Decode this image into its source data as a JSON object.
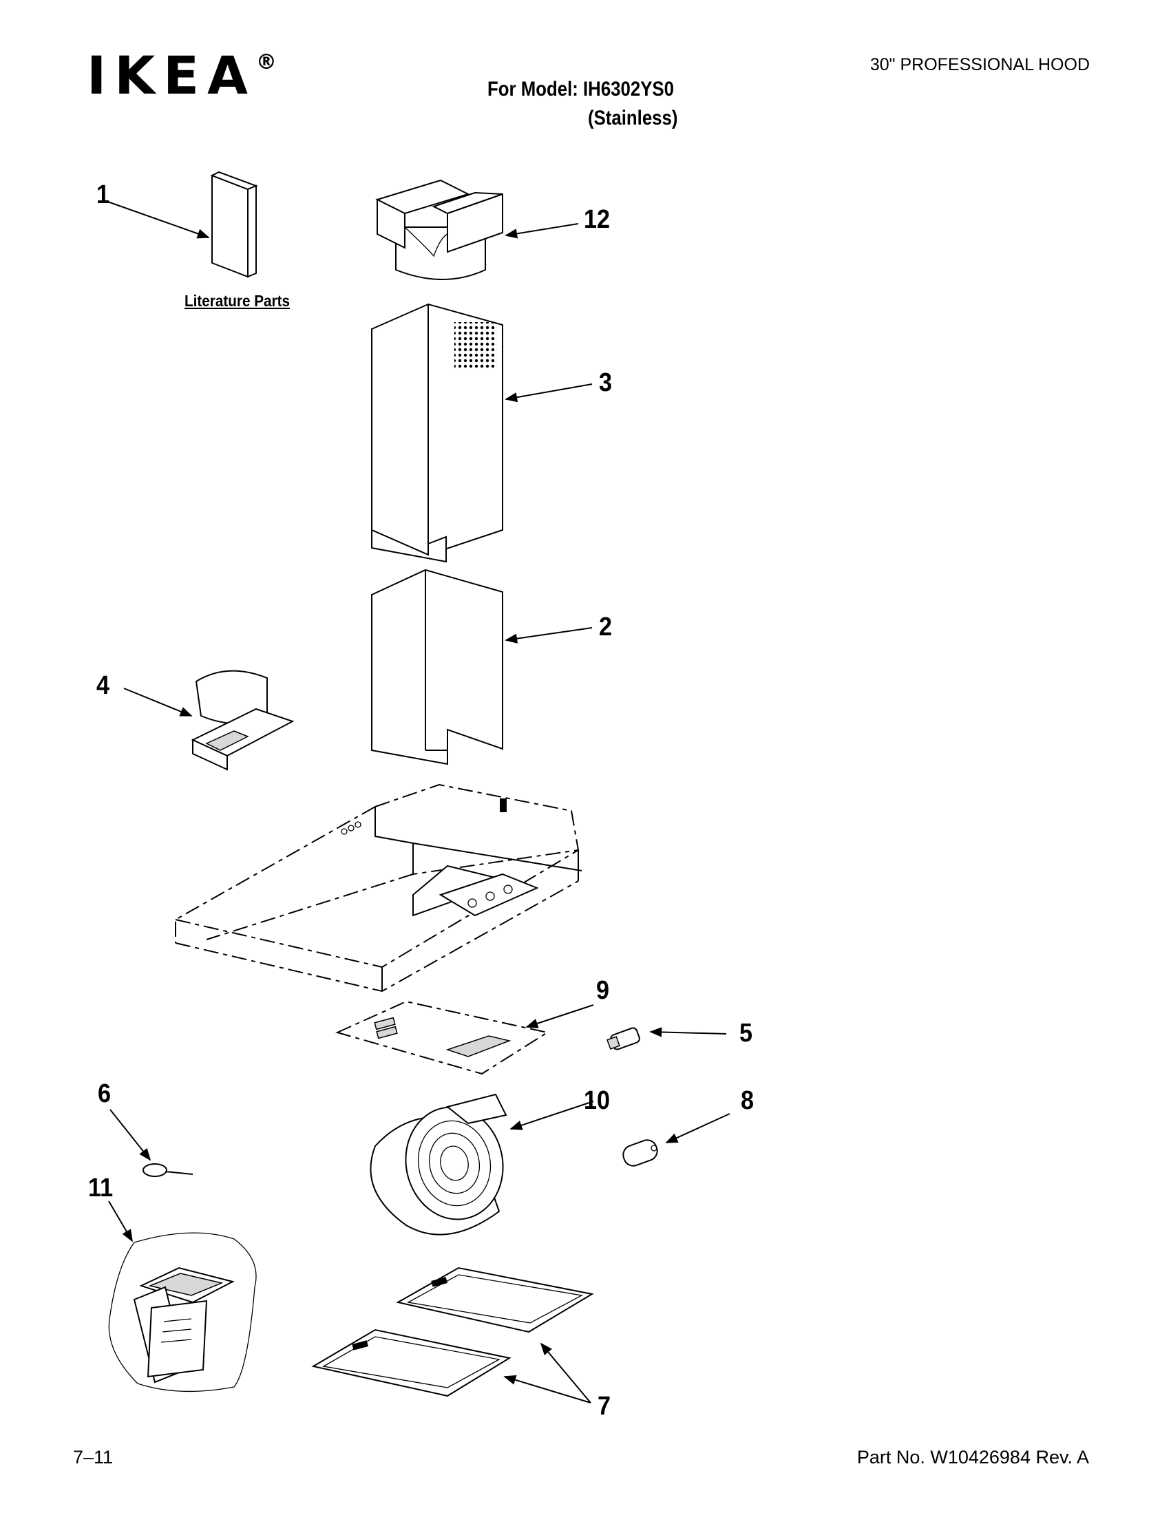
{
  "header": {
    "brand": "IKEA",
    "registered": "®",
    "product_title": "30\" PROFESSIONAL HOOD",
    "model_line": "For Model: IH6302YS0",
    "color_line": "(Stainless)"
  },
  "footer": {
    "date_code": "7–11",
    "part_number": "Part No. W10426984 Rev. A"
  },
  "literature_label": "Literature Parts",
  "callouts": {
    "c1": "1",
    "c2": "2",
    "c3": "3",
    "c4": "4",
    "c5": "5",
    "c6": "6",
    "c7": "7",
    "c8": "8",
    "c9": "9",
    "c10": "10",
    "c11": "11",
    "c12": "12"
  }
}
